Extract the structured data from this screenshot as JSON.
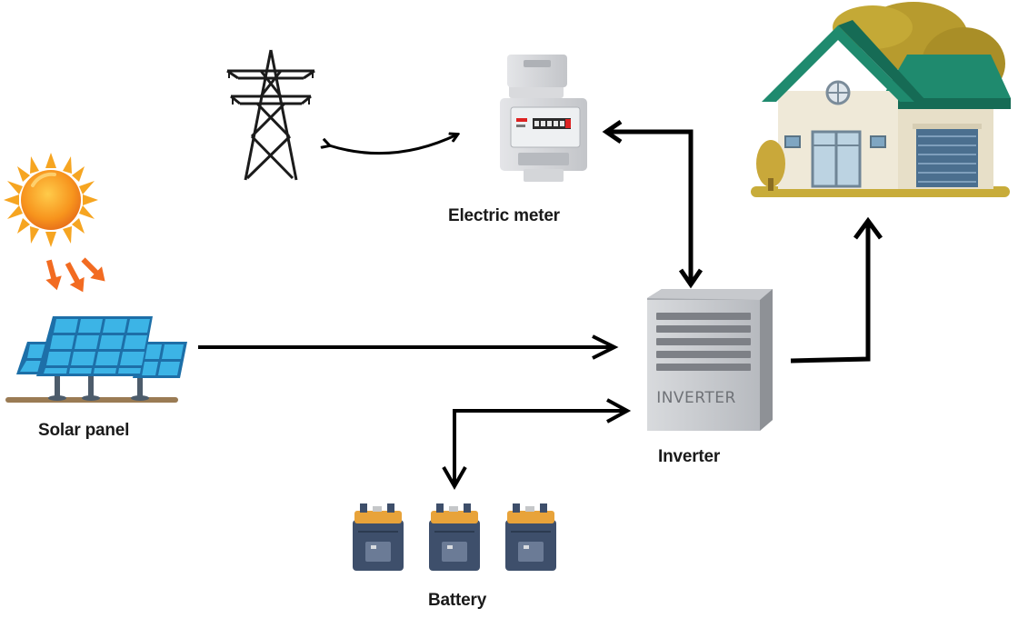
{
  "labels": {
    "electric_meter": "Electric meter",
    "solar_panel": "Solar panel",
    "inverter": "Inverter",
    "battery": "Battery",
    "inverter_box_text": "INVERTER"
  },
  "colors": {
    "arrow": "#000000",
    "sun_core": "#f7941d",
    "sun_rays": "#f6a521",
    "solar_cell": "#2aa8e0",
    "roof": "#1f8a6e",
    "house_wall": "#efe9d8",
    "inverter_body": "#c9cbcf",
    "battery_body": "#3e4f6b",
    "battery_top": "#e8a33a"
  },
  "icons": [
    "sun-icon",
    "power-tower-icon",
    "electric-meter-icon",
    "house-icon",
    "solar-panel-icon",
    "inverter-icon",
    "battery-icon"
  ]
}
